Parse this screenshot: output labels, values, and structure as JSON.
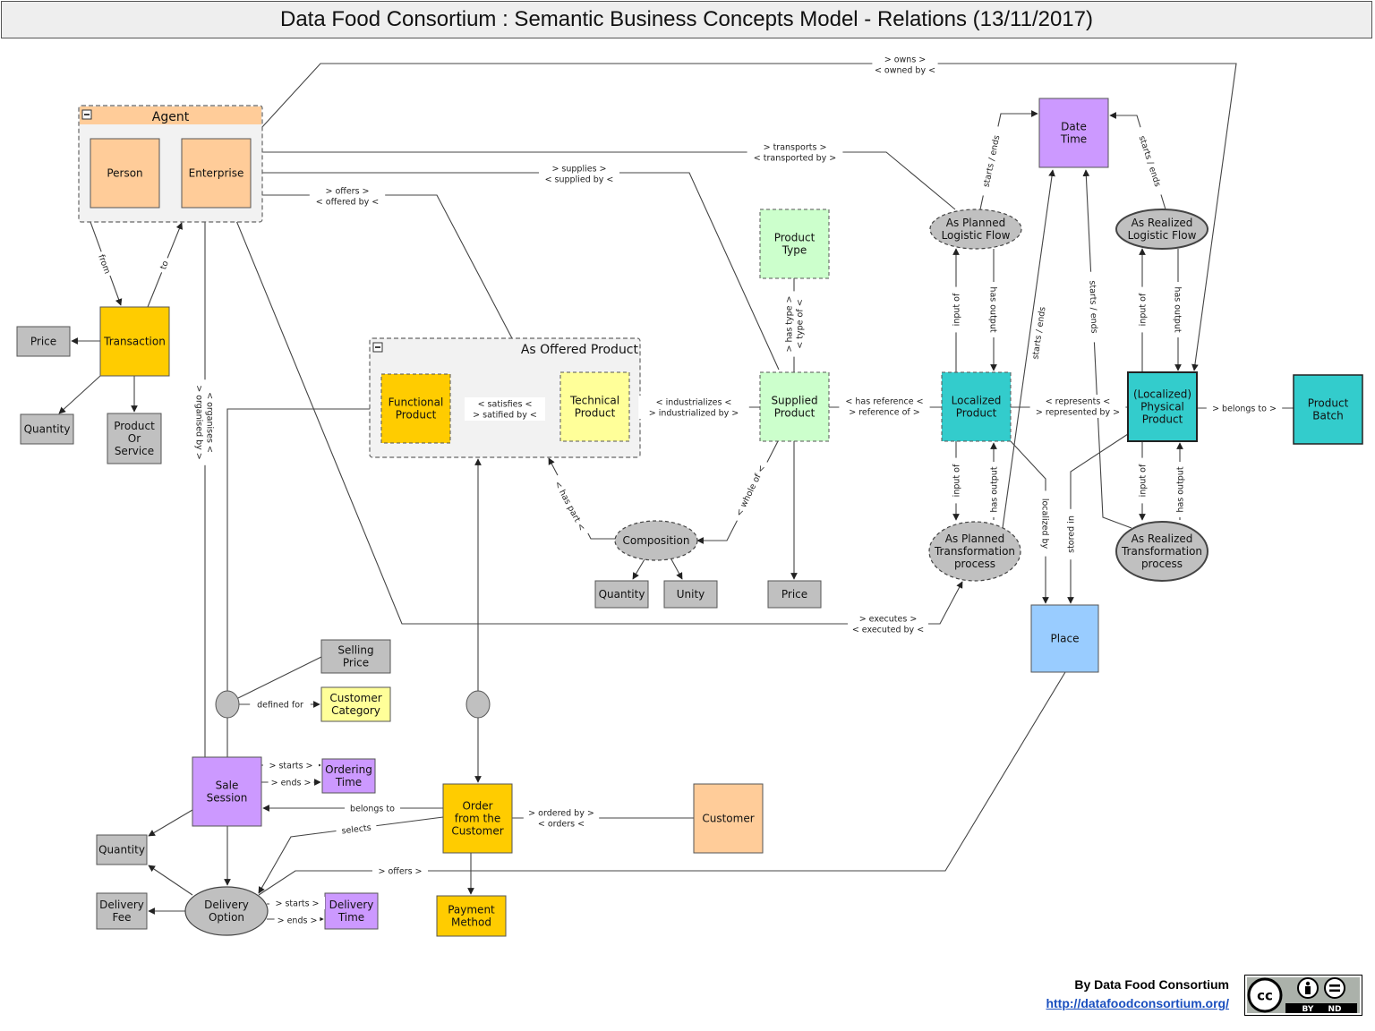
{
  "title": "Data Food Consortium : Semantic Business Concepts Model - Relations (13/11/2017)",
  "groups": {
    "agent": "Agent",
    "as_offered_product": "As Offered Product"
  },
  "nodes": {
    "person": [
      "Person"
    ],
    "enterprise": [
      "Enterprise"
    ],
    "transaction": [
      "Transaction"
    ],
    "price_left": [
      "Price"
    ],
    "quantity_left": [
      "Quantity"
    ],
    "product_or_service": [
      "Product",
      "Or",
      "Service"
    ],
    "functional_product": [
      "Functional",
      "Product"
    ],
    "technical_product": [
      "Technical",
      "Product"
    ],
    "product_type": [
      "Product",
      "Type"
    ],
    "supplied_product": [
      "Supplied",
      "Product"
    ],
    "composition": [
      "Composition"
    ],
    "quantity_comp": [
      "Quantity"
    ],
    "unity": [
      "Unity"
    ],
    "price_comp": [
      "Price"
    ],
    "date_time": [
      "Date",
      "Time"
    ],
    "as_planned_logistic_flow": [
      "As Planned",
      "Logistic Flow"
    ],
    "as_realized_logistic_flow": [
      "As Realized",
      "Logistic Flow"
    ],
    "localized_product": [
      "Localized",
      "Product"
    ],
    "physical_product": [
      "(Localized)",
      "Physical",
      "Product"
    ],
    "product_batch": [
      "Product",
      "Batch"
    ],
    "as_planned_transformation": [
      "As Planned",
      "Transformation",
      "process"
    ],
    "as_realized_transformation": [
      "As Realized",
      "Transformation",
      "process"
    ],
    "place": [
      "Place"
    ],
    "selling_price": [
      "Selling",
      "Price"
    ],
    "customer_category": [
      "Customer",
      "Category"
    ],
    "sale_session": [
      "Sale",
      "Session"
    ],
    "ordering_time": [
      "Ordering",
      "Time"
    ],
    "order": [
      "Order",
      "from the",
      "Customer"
    ],
    "customer": [
      "Customer"
    ],
    "quantity_bottom": [
      "Quantity"
    ],
    "delivery_fee": [
      "Delivery",
      "Fee"
    ],
    "delivery_option": [
      "Delivery",
      "Option"
    ],
    "delivery_time": [
      "Delivery",
      "Time"
    ],
    "payment_method": [
      "Payment",
      "Method"
    ]
  },
  "edge_labels": {
    "owns": [
      "> owns >",
      "< owned by <"
    ],
    "transports": [
      "> transports >",
      "< transported by >"
    ],
    "supplies": [
      "> supplies >",
      "< supplied by <"
    ],
    "offers_top": [
      "> offers >",
      "< offered by <"
    ],
    "from": "from",
    "to": "to",
    "organises": [
      "< organises <",
      "> organised by >"
    ],
    "satisfies": [
      "< satisfies <",
      "> satified by <"
    ],
    "industrializes": [
      "< industrializes <",
      "> industrialized by >"
    ],
    "has_type": [
      "> has type >",
      "< type of <"
    ],
    "has_reference": [
      "< has reference <",
      "> reference of >"
    ],
    "represents": [
      "< represents <",
      "> represented by >"
    ],
    "belongs_to_batch": "> belongs to >",
    "has_part": "< has part <",
    "whole_of": "< whole of <",
    "executes": [
      "> executes >",
      "< executed by <"
    ],
    "starts_ends": "starts / ends",
    "input_of": "input of",
    "has_output": "has output",
    "localized_by": "localized by",
    "stored_in": "stored in",
    "defined_for": "defined for",
    "starts": "> starts >",
    "ends": "> ends >",
    "belongs_to": "belongs to",
    "selects": "selects",
    "ordered_by": [
      "> ordered by >",
      "< orders <"
    ],
    "offers_bottom": "> offers >"
  },
  "colors": {
    "orange": "#ffcc99",
    "gold": "#ffcc00",
    "yellow": "#ffff99",
    "light_green": "#ccffcc",
    "purple": "#cc99ff",
    "teal": "#33cccc",
    "blue": "#99ccff",
    "gray": "#c0c0c0"
  },
  "credit": {
    "by": "By Data Food Consortium",
    "url": "http://datafoodconsortium.org/"
  },
  "license": {
    "cc": "cc",
    "by": "BY",
    "nd": "ND"
  }
}
